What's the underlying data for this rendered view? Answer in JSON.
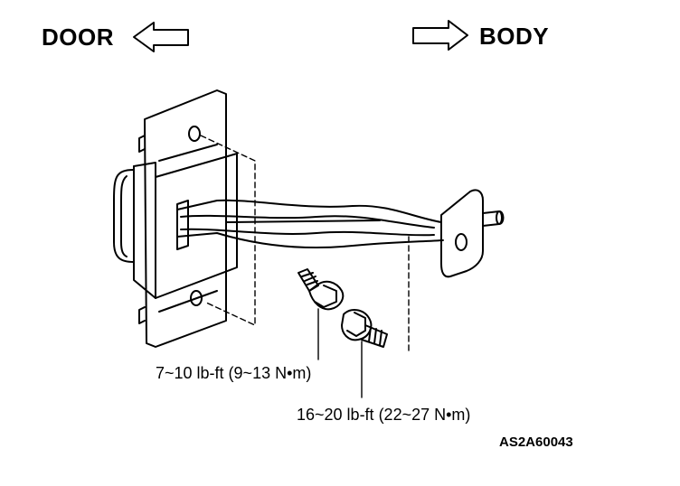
{
  "labels": {
    "door": "DOOR",
    "body": "BODY",
    "torque_upper": "7~10 lb-ft (9~13 N•m)",
    "torque_lower": "16~20 lb-ft (22~27 N•m)",
    "figure_code": "AS2A60043"
  },
  "icons": {
    "door_arrow": "arrow-left-icon",
    "body_arrow": "arrow-right-icon"
  },
  "colors": {
    "ink": "#000000",
    "paper": "#ffffff"
  }
}
